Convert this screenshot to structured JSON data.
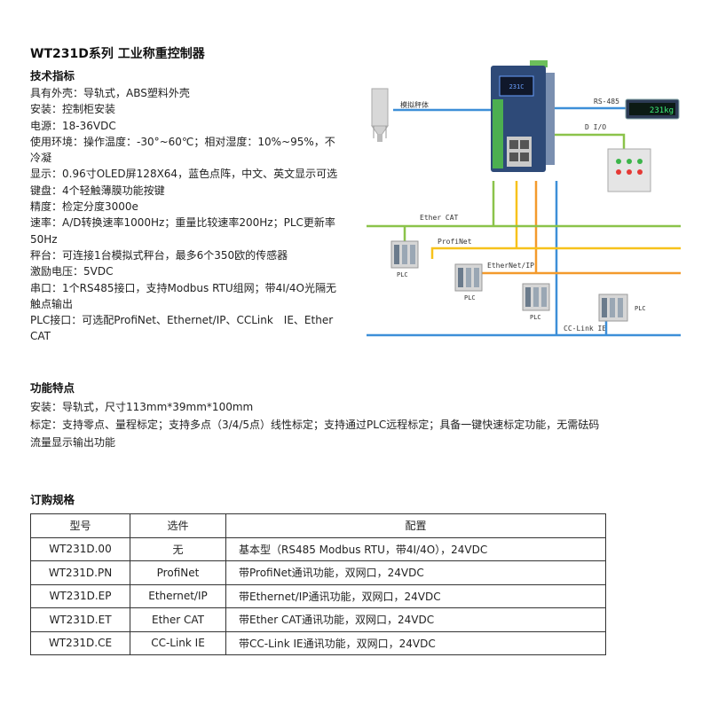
{
  "title": "WT231D系列 工业称重控制器",
  "tech_heading": "技术指标",
  "specs": [
    "具有外壳：导轨式，ABS塑料外壳",
    "安装：控制柜安装",
    "电源：18-36VDC",
    "使用环境：操作温度：-30°~60℃；相对湿度：10%~95%，不冷凝",
    "显示：0.96寸OLED屏128X64，蓝色点阵，中文、英文显示可选",
    "键盘：4个轻触薄膜功能按键",
    "精度：检定分度3000e",
    "速率：A/D转换速率1000Hz；重量比较速率200Hz；PLC更新率50Hz",
    "秤台：可连接1台模拟式秤台，最多6个350欧的传感器",
    "激励电压：5VDC",
    "串口：1个RS485接口，支持Modbus RTU组网；带4I/4O光隔无触点输出",
    "PLC接口：可选配ProfiNet、Ethernet/IP、CCLink　IE、Ether CAT"
  ],
  "features_heading": "功能特点",
  "features": [
    "安装：导轨式，尺寸113mm*39mm*100mm",
    "标定：支持零点、量程标定；支持多点（3/4/5点）线性标定；支持通过PLC远程标定；具备一键快速标定功能，无需砝码",
    "流量显示输出功能"
  ],
  "order_heading": "订购规格",
  "order_table": {
    "headers": [
      "型号",
      "选件",
      "配置"
    ],
    "rows": [
      [
        "WT231D.00",
        "无",
        "基本型（RS485 Modbus RTU，带4I/4O），24VDC"
      ],
      [
        "WT231D.PN",
        "ProfiNet",
        "带ProfiNet通讯功能，双网口，24VDC"
      ],
      [
        "WT231D.EP",
        "Ethernet/IP",
        "带Ethernet/IP通讯功能，双网口，24VDC"
      ],
      [
        "WT231D.ET",
        "Ether CAT",
        "带Ether CAT通讯功能，双网口，24VDC"
      ],
      [
        "WT231D.CE",
        "CC-Link IE",
        "带CC-Link IE通讯功能，双网口，24VDC"
      ]
    ]
  },
  "diagram": {
    "scale_label": "模拟秤体",
    "rs485_label": "RS-485",
    "display_value": "231kg",
    "dio_label": "D I/O",
    "ethercat_label": "Ether CAT",
    "profinet_label": "ProfiNet",
    "ethernetip_label": "EtherNet/IP",
    "cclink_label": "CC-Link IE",
    "plc_label": "PLC",
    "device_label": "231C",
    "colors": {
      "ethercat": "#8bc34a",
      "profinet": "#f7c21b",
      "ethernetip": "#f39a2c",
      "cclink": "#3d8fd8"
    }
  }
}
